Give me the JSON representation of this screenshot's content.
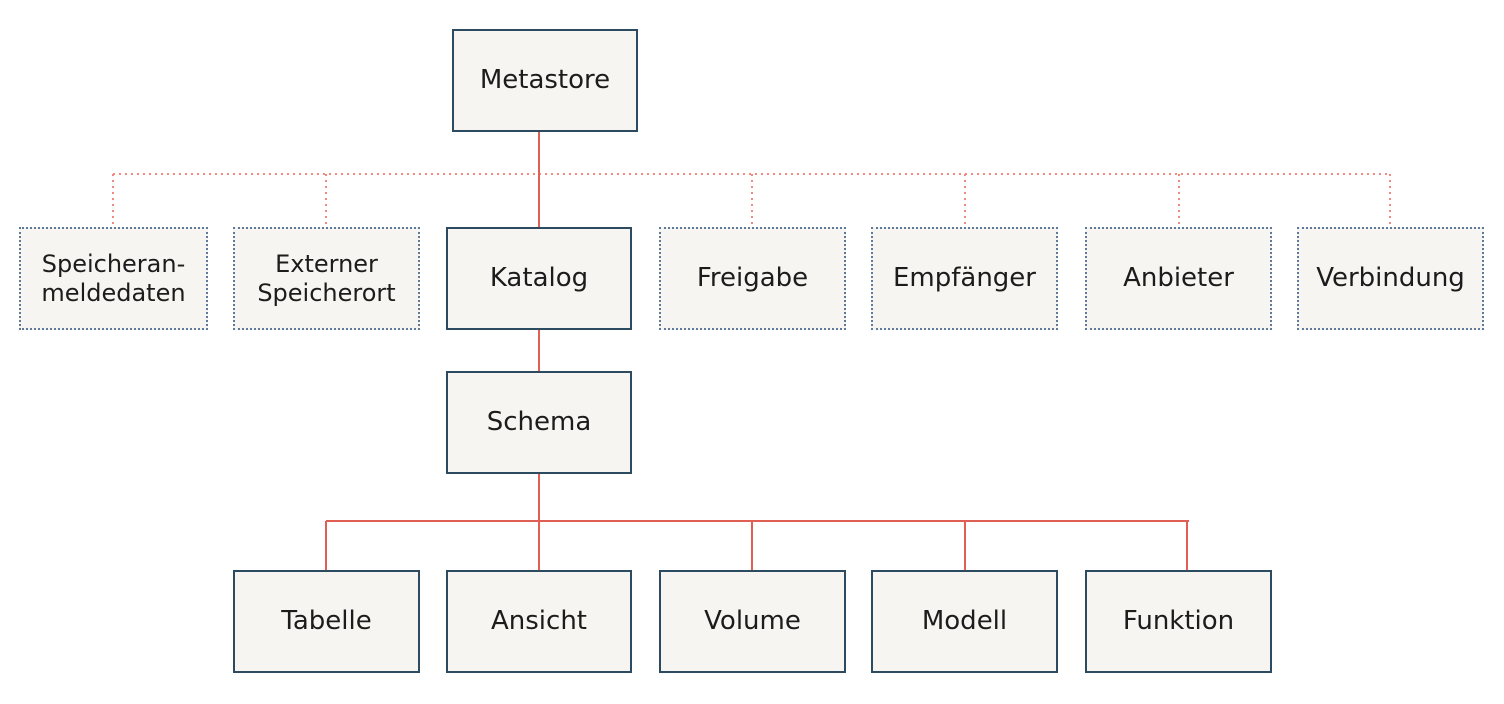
{
  "nodes": {
    "metastore": "Metastore",
    "storage_credential": [
      "Speicheran-",
      "meldedaten"
    ],
    "external_location": [
      "Externer",
      "Speicherort"
    ],
    "catalog": "Katalog",
    "share": "Freigabe",
    "recipient": "Empfänger",
    "provider": "Anbieter",
    "connection": "Verbindung",
    "schema": "Schema",
    "table": "Tabelle",
    "view": "Ansicht",
    "volume": "Volume",
    "model": "Modell",
    "function": "Funktion"
  },
  "colors": {
    "box_fill": "#f6f5f2",
    "box_border_solid": "#2c4a60",
    "box_border_dotted": "#5f7a98",
    "connector_solid": "#e05f55",
    "connector_dotted": "#f08a7e",
    "text": "#1c1c1c"
  }
}
